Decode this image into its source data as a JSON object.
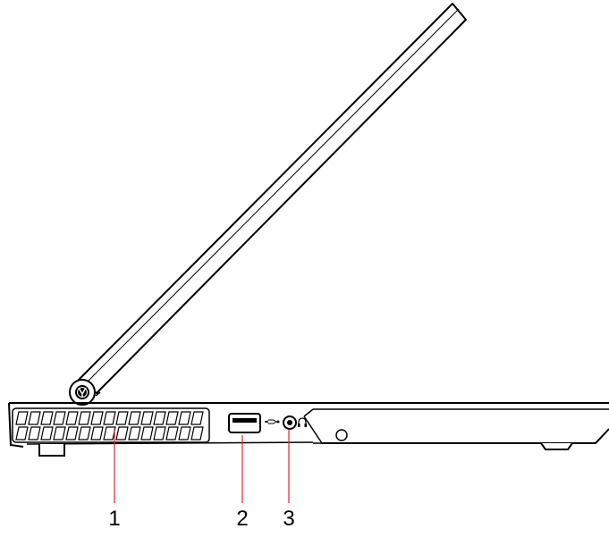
{
  "callouts": [
    {
      "number": "1",
      "part": "fan-vent"
    },
    {
      "number": "2",
      "part": "usb-port"
    },
    {
      "number": "3",
      "part": "audio-jack"
    }
  ],
  "icons": [
    "lenovo-logo-icon",
    "usb-ss-icon",
    "headphone-icon"
  ],
  "colors": {
    "line": "#000000",
    "leader": "#e0252f",
    "background": "#ffffff"
  }
}
